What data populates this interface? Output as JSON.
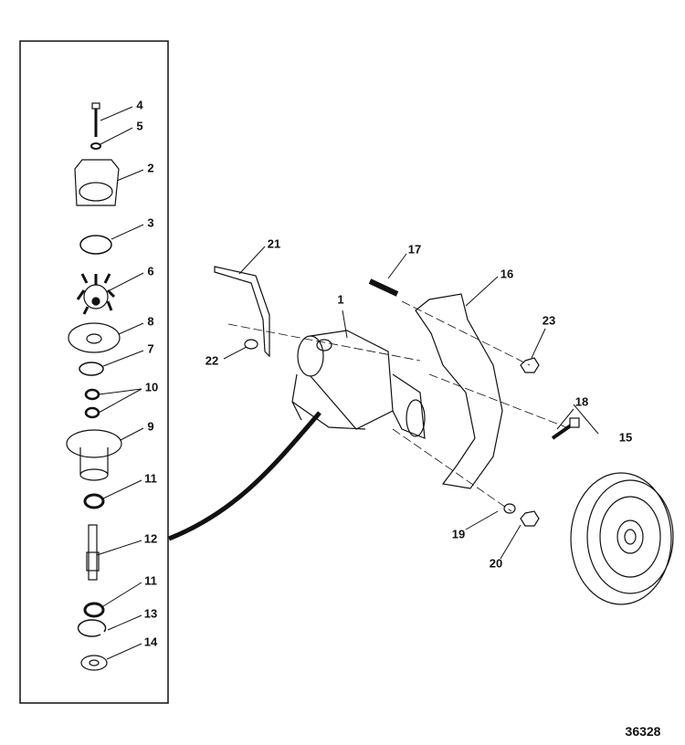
{
  "figure_number": "36328",
  "callouts": [
    "4",
    "5",
    "2",
    "3",
    "6",
    "8",
    "7",
    "10",
    "9",
    "11",
    "12",
    "11",
    "13",
    "14",
    "21",
    "1",
    "22",
    "17",
    "16",
    "23",
    "18",
    "15",
    "19",
    "20"
  ]
}
